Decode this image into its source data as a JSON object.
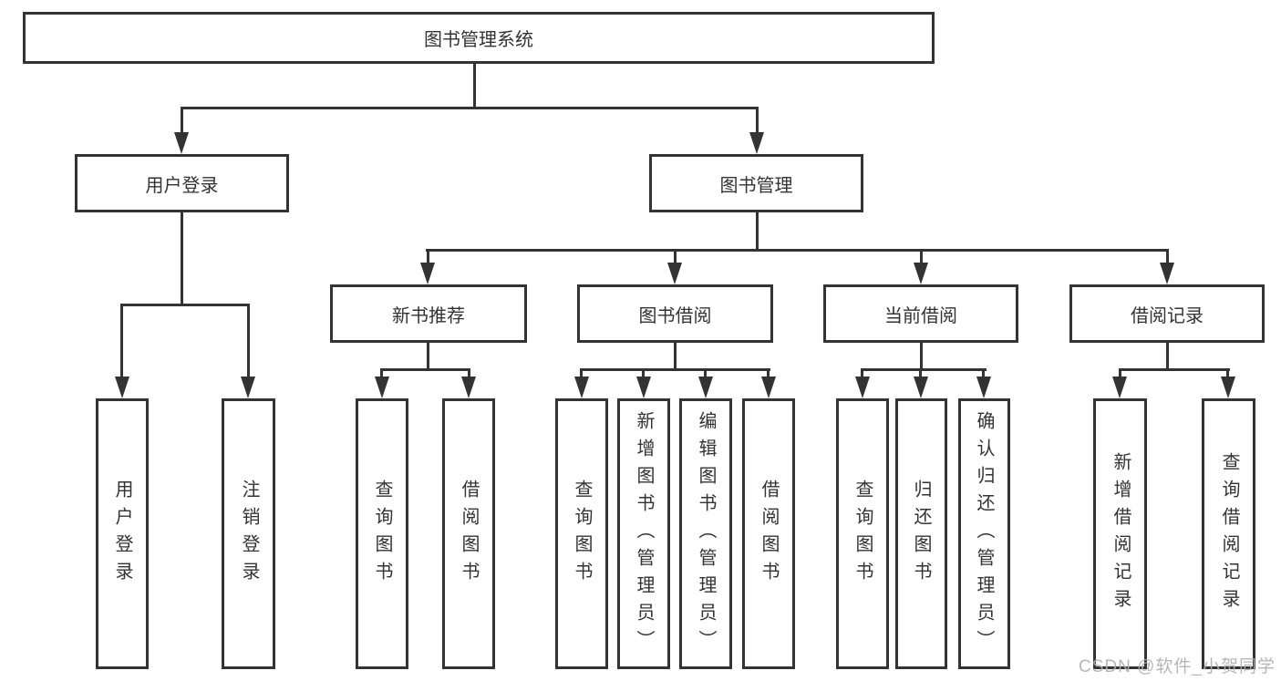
{
  "diagram": {
    "title": "图书管理系统",
    "root": {
      "label": "图书管理系统"
    },
    "level2": {
      "user_login": {
        "label": "用户登录"
      },
      "book_management": {
        "label": "图书管理"
      }
    },
    "level3": {
      "new_book_recommend": {
        "label": "新书推荐"
      },
      "book_borrow": {
        "label": "图书借阅"
      },
      "current_borrow": {
        "label": "当前借阅"
      },
      "borrow_records": {
        "label": "借阅记录"
      }
    },
    "leaves": {
      "login": [
        "用户登录",
        "注销登录"
      ],
      "recommend": [
        "查询图书",
        "借阅图书"
      ],
      "borrow": [
        "查询图书",
        "新增图书（管理员）",
        "编辑图书（管理员）",
        "借阅图书"
      ],
      "current": [
        "查询图书",
        "归还图书",
        "确认归还（管理员）"
      ],
      "records": [
        "新增借阅记录",
        "查询借阅记录"
      ]
    },
    "watermark": "CSDN @软件_小贺同学",
    "colors": {
      "line": "#333333",
      "text": "#333333",
      "watermark_text": "#b0b0b0",
      "background": "#ffffff"
    }
  }
}
